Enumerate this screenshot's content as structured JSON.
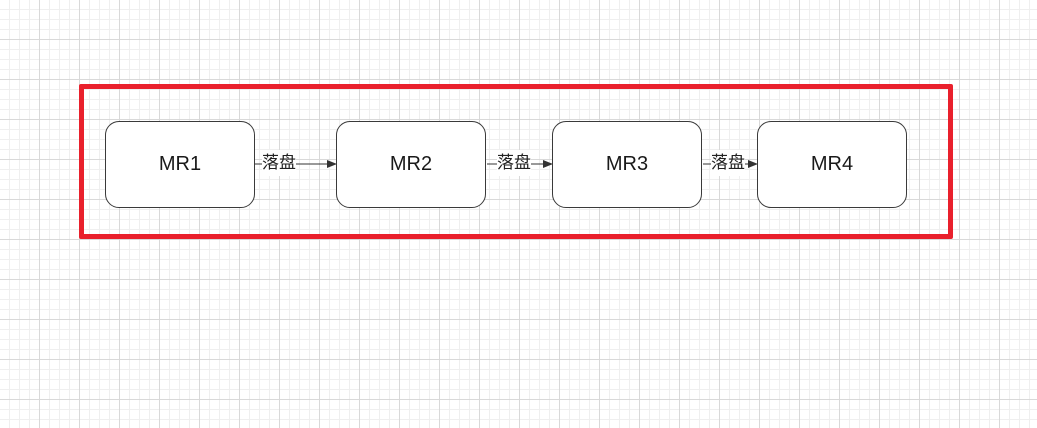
{
  "nodes": [
    {
      "label": "MR1"
    },
    {
      "label": "MR2"
    },
    {
      "label": "MR3"
    },
    {
      "label": "MR4"
    }
  ],
  "edges": [
    {
      "from": "MR1",
      "to": "MR2",
      "label": "落盘"
    },
    {
      "from": "MR2",
      "to": "MR3",
      "label": "落盘"
    },
    {
      "from": "MR3",
      "to": "MR4",
      "label": "落盘"
    }
  ],
  "colors": {
    "highlight_frame": "#e9202c",
    "node_border": "#3a3a3a",
    "arrow": "#333333"
  }
}
